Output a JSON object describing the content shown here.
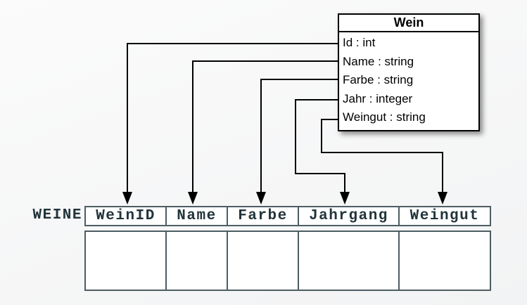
{
  "uml_class": {
    "title": "Wein",
    "attributes": [
      "Id : int",
      "Name : string",
      "Farbe : string",
      "Jahr : integer",
      "Weingut : string"
    ]
  },
  "table": {
    "label": "WEINE",
    "columns": [
      "WeinID",
      "Name",
      "Farbe",
      "Jahrgang",
      "Weingut"
    ],
    "body_row": [
      "",
      "",
      "",
      "",
      ""
    ]
  },
  "mappings": [
    {
      "from": "Id",
      "to": "WeinID"
    },
    {
      "from": "Name",
      "to": "Name"
    },
    {
      "from": "Farbe",
      "to": "Farbe"
    },
    {
      "from": "Jahr",
      "to": "Jahrgang"
    },
    {
      "from": "Weingut",
      "to": "Weingut"
    }
  ],
  "colors": {
    "background": "#f7f7f8",
    "arrow_line": "#000000",
    "box_border": "#000000",
    "box_background": "#ffffff",
    "table_border": "#4d5d63",
    "table_text": "#21343b"
  }
}
